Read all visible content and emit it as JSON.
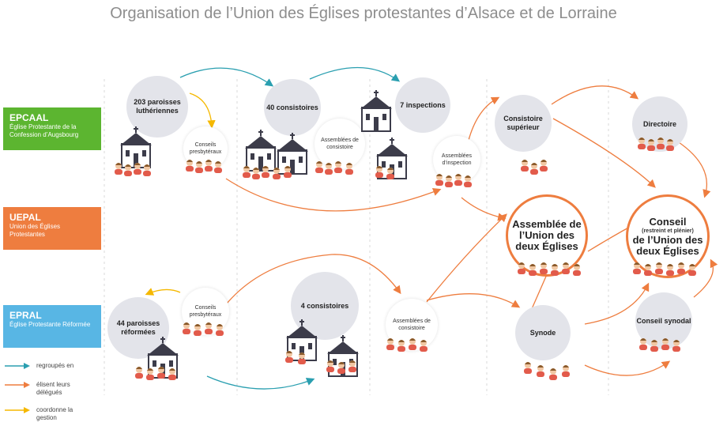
{
  "title": "Organisation de l’Union des Églises protestantes d’Alsace et de Lorraine",
  "categories": {
    "epcaal": {
      "name": "EPCAAL",
      "desc": "Église Protestante de la Confession d’Augsbourg"
    },
    "uepal": {
      "name": "UEPAL",
      "desc": "Union des Églises Protestantes"
    },
    "epral": {
      "name": "EPRAL",
      "desc": "Église Protestante Réformée"
    }
  },
  "legend": {
    "blue": "regroupés en",
    "orange": "élisent leurs délégués",
    "yellow": "coordonne la gestion"
  },
  "nodes": {
    "paroisses_luth": "203 paroisses luthériennes",
    "conseils_presb_1": "Conseils presbytéraux",
    "consistoires_40": "40 consistoires",
    "assemblees_consistoire_1": "Assemblées de consistoire",
    "inspections_7": "7 inspections",
    "assemblees_inspection": "Assemblées d’inspection",
    "consistoire_superieur": "Consistoire supérieur",
    "directoire": "Directoire",
    "assemblee_union": "Assemblée de l’Union des deux Églises",
    "conseil_union_1": "Conseil",
    "conseil_union_small": "(restreint et plénier)",
    "conseil_union_2": "de l’Union des deux Églises",
    "paroisses_ref": "44 paroisses réformées",
    "conseils_presb_2": "Conseils presbytéraux",
    "consistoires_4": "4 consistoires",
    "assemblees_consistoire_2": "Assemblées de consistoire",
    "synode": "Synode",
    "conseil_synodal": "Conseil synodal"
  },
  "colors": {
    "green": "#5cb530",
    "orange": "#ee7d3f",
    "blue": "#58b6e4",
    "teal": "#2a9fb0",
    "yellow": "#f5b800",
    "node_gray": "#e3e4ea"
  }
}
